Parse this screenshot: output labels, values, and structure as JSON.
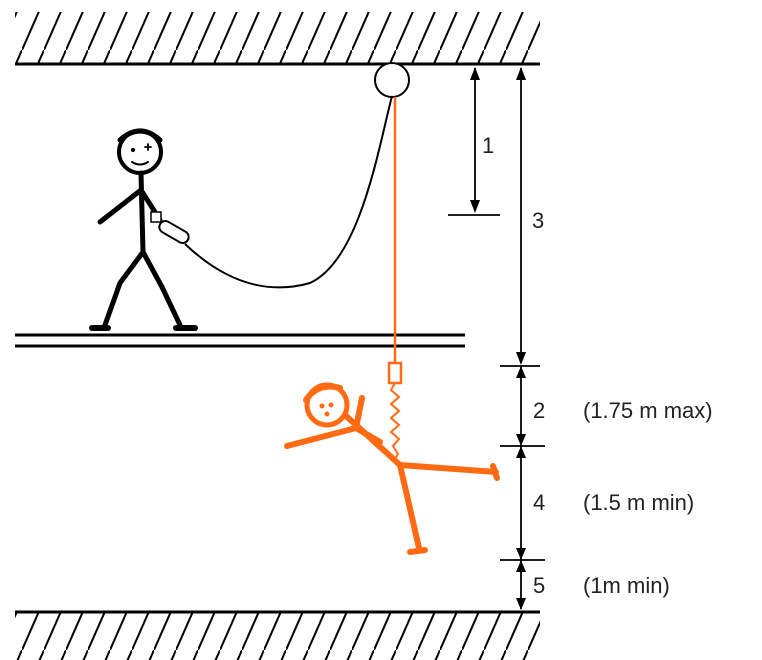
{
  "diagram": {
    "labels": {
      "dim1": "1",
      "dim3": "3",
      "dim2": "2",
      "dim2_note": "(1.75 m max)",
      "dim4": "4",
      "dim4_note": "(1.5 m min)",
      "dim5": "5",
      "dim5_note": "(1m min)"
    },
    "colors": {
      "line": "#000000",
      "faller": "#ff6a13",
      "text": "#222222"
    }
  }
}
